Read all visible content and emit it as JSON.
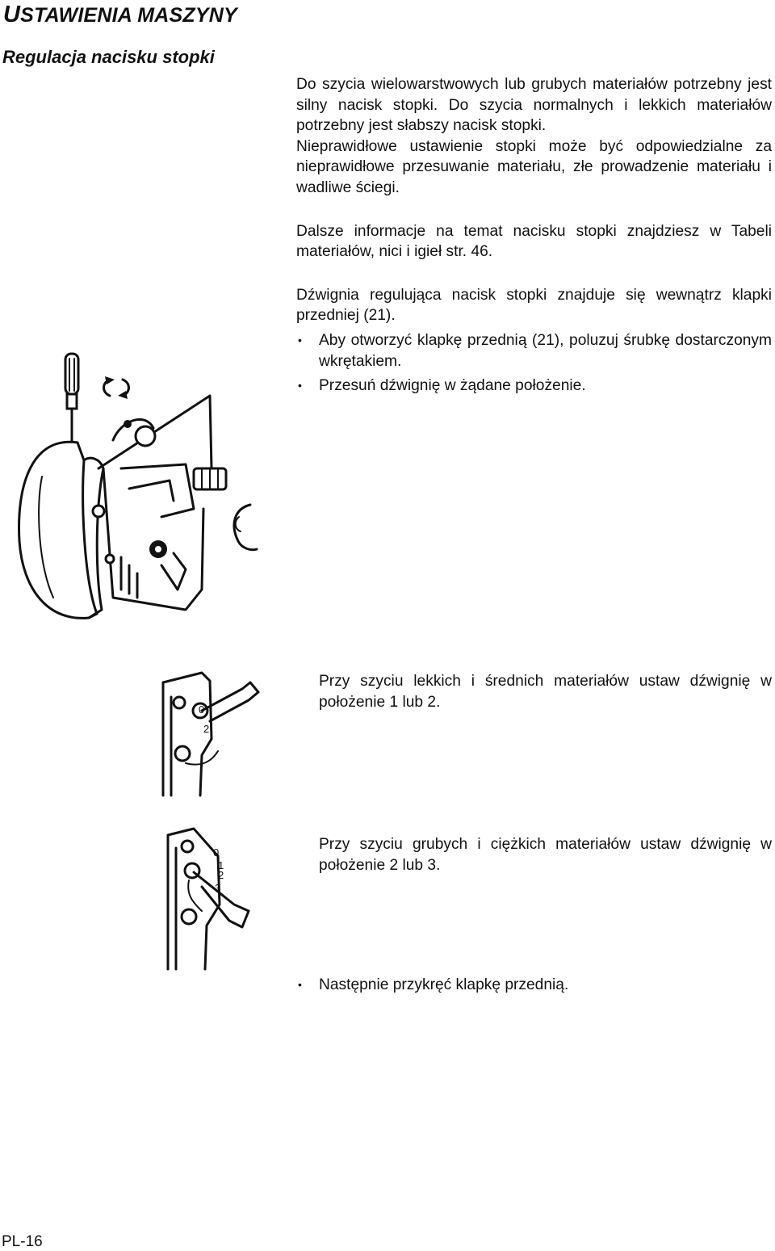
{
  "header": {
    "title_initial": "U",
    "title_rest": "STAWIENIA MASZYNY",
    "section_title": "Regulacja nacisku stopki"
  },
  "intro": {
    "p1": "Do szycia wielowarstwowych lub grubych materiałów potrzebny jest silny nacisk stopki. Do szycia normalnych i lekkich materiałów potrzebny jest słabszy nacisk stopki.",
    "p2": "Nieprawidłowe ustawienie stopki może być odpowiedzialne za nieprawidłowe przesuwanie materiału, złe prowadzenie materiału i wadliwe ściegi.",
    "p3": "Dalsze informacje na temat nacisku stopki znajdziesz w Tabeli materiałów, nici i igieł str. 46.",
    "p4": "Dźwignia regulująca nacisk stopki znajduje się wewnątrz klapki przedniej (21)."
  },
  "bullets": [
    "Aby otworzyć klapkę przednią (21), poluzuj śrubkę dostarczonym wkrętakiem.",
    "Przesuń dźwignię w żądane położenie."
  ],
  "bullet_symbol": "•",
  "setting_light": "Przy szyciu lekkich i średnich materiałów ustaw dźwignię w położenie 1 lub 2.",
  "setting_heavy": "Przy szyciu grubych i ciężkich materiałów ustaw dźwignię w położenie 2 lub 3.",
  "final_step": "Następnie przykręć klapkę przednią.",
  "lever_scale_light": [
    "0",
    "2"
  ],
  "lever_scale_heavy": [
    "0",
    "1",
    "2",
    "3"
  ],
  "page_number": "PL-16",
  "icons": [
    "screwdriver-icon",
    "rotate-arrows-icon"
  ]
}
